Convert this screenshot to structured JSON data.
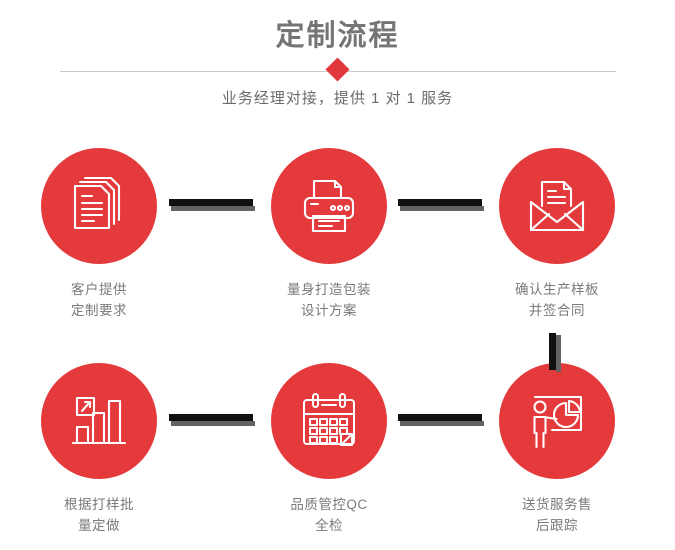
{
  "header": {
    "title": "定制流程",
    "subtitle": "业务经理对接，提供 1 对 1 服务",
    "divider_icon": "diamond-icon"
  },
  "colors": {
    "accent_red": "#e53a3c",
    "diamond_red": "#e0383c",
    "title_gray": "#757575",
    "label_gray": "#7a7a7a",
    "connector_black": "#111111",
    "connector_shadow": "#636363",
    "rule_gray": "#c9c9c9",
    "background": "#ffffff"
  },
  "steps": [
    {
      "index": 1,
      "icon": "documents-stack-icon",
      "label_line1": "客户提供",
      "label_line2": "定制要求"
    },
    {
      "index": 2,
      "icon": "printer-icon",
      "label_line1": "量身打造包装",
      "label_line2": "设计方案"
    },
    {
      "index": 3,
      "icon": "envelope-document-icon",
      "label_line1": "确认生产样板",
      "label_line2": "并签合同"
    },
    {
      "index": 4,
      "icon": "bar-chart-growth-icon",
      "label_line1": "根据打样批",
      "label_line2": "量定做"
    },
    {
      "index": 5,
      "icon": "calendar-icon",
      "label_line1": "品质管控QC",
      "label_line2": "全检"
    },
    {
      "index": 6,
      "icon": "presentation-pie-chart-icon",
      "label_line1": "送货服务售",
      "label_line2": "后跟踪"
    }
  ],
  "connectors": [
    {
      "name": "connector-1-to-2",
      "orientation": "horizontal"
    },
    {
      "name": "connector-2-to-3",
      "orientation": "horizontal"
    },
    {
      "name": "connector-3-to-6",
      "orientation": "vertical"
    },
    {
      "name": "connector-4-to-5",
      "orientation": "horizontal"
    },
    {
      "name": "connector-5-to-6",
      "orientation": "horizontal"
    }
  ]
}
